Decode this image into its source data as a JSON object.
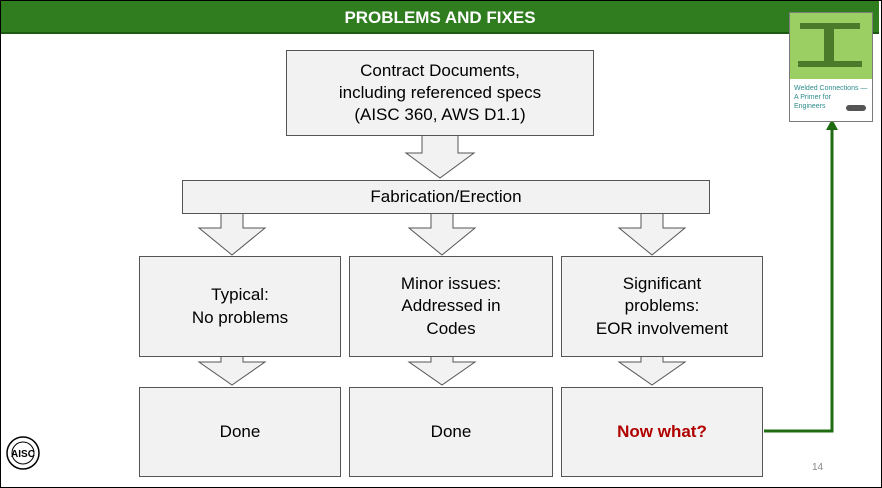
{
  "title": "PROBLEMS AND FIXES",
  "top_box": {
    "line1": "Contract Documents,",
    "line2": "including referenced specs",
    "line3": "(AISC 360, AWS D1.1)"
  },
  "fab_box": "Fabrication/Erection",
  "mid_boxes": [
    {
      "line1": "Typical:",
      "line2": "No problems"
    },
    {
      "line1": "Minor issues:",
      "line2": "Addressed in",
      "line3": "Codes"
    },
    {
      "line1": "Significant",
      "line2": "problems:",
      "line3": "EOR involvement"
    }
  ],
  "bottom_boxes": [
    "Done",
    "Done",
    "Now what?"
  ],
  "thumbnail": {
    "line1": "Welded Connections —",
    "line2": "A Primer for",
    "line3": "Engineers"
  },
  "page_number": "14",
  "colors": {
    "title_bar": "#2f7d1f",
    "connector": "#1f6b12",
    "highlight_text": "#b00000"
  }
}
